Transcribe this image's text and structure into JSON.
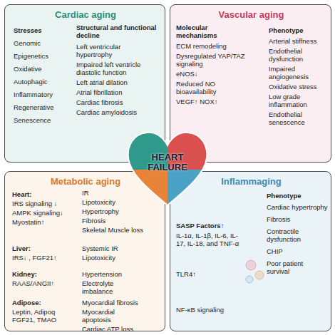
{
  "diagram": {
    "nodes": [
      {
        "text": [
          "Cardiac aging",
          "Stresses",
          "Genomic",
          "Epigenetics",
          "Oxidative",
          "Autophagic",
          "Inflammatory",
          "Regenerative",
          "Senescence",
          "Structural and functional decline",
          "Left ventricular hypertrophy",
          "Impaired left ventricle diastolic function",
          "Left atrial dilation",
          "Atrial fibrillation",
          "Cardiac fibrosis",
          "Cardiac amyloidosis"
        ]
      },
      {
        "text": [
          "Vascular aging",
          "Molecular mechanisms",
          "ECM remodeling",
          "Dysregulated YAP/TAZ signaling",
          "eNOS↓",
          "Reduced NO bioavailability",
          "VEGF↑ NOX↑",
          "Phenotype",
          "Arterial stiffness",
          "Endothelial dysfunction",
          "Impaired angiogenesis",
          "Oxidative stress",
          "Low grade inflammation",
          "Endothelial senescence"
        ]
      },
      {
        "text": [
          "Metabolic aging",
          "Heart:",
          "IRS signaling ↓",
          "AMPK signaling↓",
          "Myostatin↑",
          "IR",
          "Lipotoxicity",
          "Hypertrophy",
          "Fibrosis",
          "Skeletal Muscle loss",
          "Liver:",
          "IRS↓ , FGF21↑",
          "Systemic IR",
          "Lipotoxicity",
          "Kidney:",
          "RAAS/ANGII↑",
          "Hypertension",
          "Electrolyte imbalance",
          "Adipose:",
          "Leptin, Adipoq FGF21, TMAO",
          "Myocardial fibrosis",
          "Myocardial apoptosis",
          "Cardiac ATP loss"
        ]
      },
      {
        "text": [
          "Inflammaging",
          "SASP Factors↑",
          "IL-1α, IL-1β, IL-6, IL-17, IL-18, and TNF-α",
          "TLR4↑",
          "NF-κB signaling",
          "Phenotype",
          "Cardiac hypertrophy",
          "Fibrosis",
          "Contractile dysfunction",
          "CHIP",
          "Poor patient survival"
        ]
      },
      {
        "text": [
          "HEART FAILURE"
        ]
      }
    ]
  }
}
